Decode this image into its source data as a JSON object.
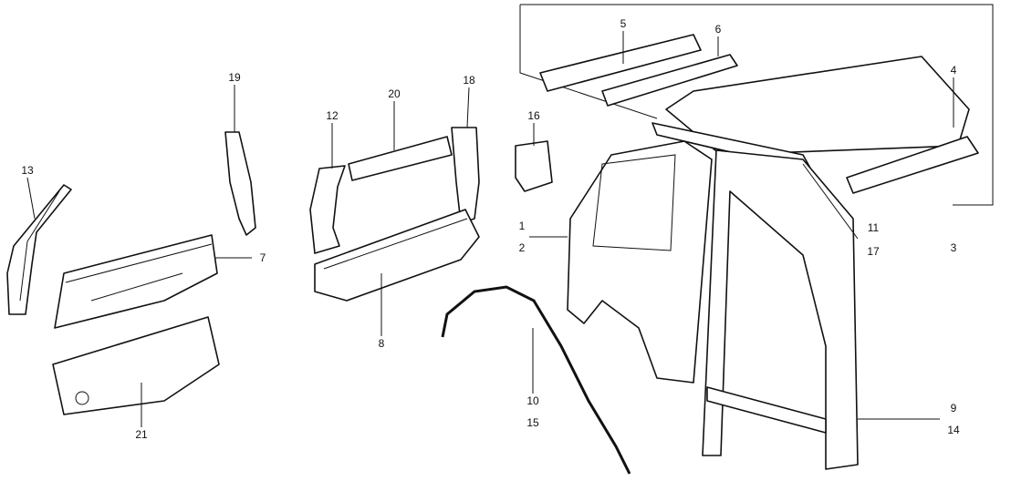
{
  "diagram_title": "",
  "callouts": [
    {
      "id": "p13",
      "text": "13"
    },
    {
      "id": "p19",
      "text": "19"
    },
    {
      "id": "p12",
      "text": "12"
    },
    {
      "id": "p20",
      "text": "20"
    },
    {
      "id": "p18",
      "text": "18"
    },
    {
      "id": "p16",
      "text": "16"
    },
    {
      "id": "p5",
      "text": "5"
    },
    {
      "id": "p6",
      "text": "6"
    },
    {
      "id": "p4",
      "text": "4"
    },
    {
      "id": "p1",
      "text": "1"
    },
    {
      "id": "p2",
      "text": "2"
    },
    {
      "id": "p11",
      "text": "11"
    },
    {
      "id": "p17",
      "text": "17"
    },
    {
      "id": "p3",
      "text": "3"
    },
    {
      "id": "p7",
      "text": "7"
    },
    {
      "id": "p8",
      "text": "8"
    },
    {
      "id": "p10",
      "text": "10"
    },
    {
      "id": "p15",
      "text": "15"
    },
    {
      "id": "p9",
      "text": "9"
    },
    {
      "id": "p14",
      "text": "14"
    },
    {
      "id": "p21",
      "text": "21"
    }
  ]
}
